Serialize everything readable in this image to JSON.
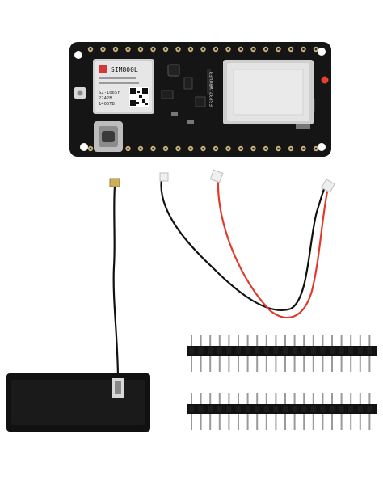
{
  "product": {
    "module_chip": {
      "line1": "SIM800L",
      "line2": "S2-1065Y",
      "line3": "2242B",
      "line4": "1406TB"
    },
    "esp_label": "ESP32-WROVER",
    "colors": {
      "pcb": "#141414",
      "pad": "#c9b27a",
      "module": "#dcdcdc",
      "shield": "#e3e3e3",
      "red_wire": "#e03a2b",
      "black_wire": "#111111",
      "antenna": "#0e0e0e",
      "header": "#111111",
      "led": "#e8402f"
    },
    "icons": [
      "sim800l-module-icon",
      "esp32-module-icon",
      "usb-c-port-icon",
      "flex-antenna-icon",
      "pin-header-icon",
      "battery-cable-icon"
    ]
  }
}
